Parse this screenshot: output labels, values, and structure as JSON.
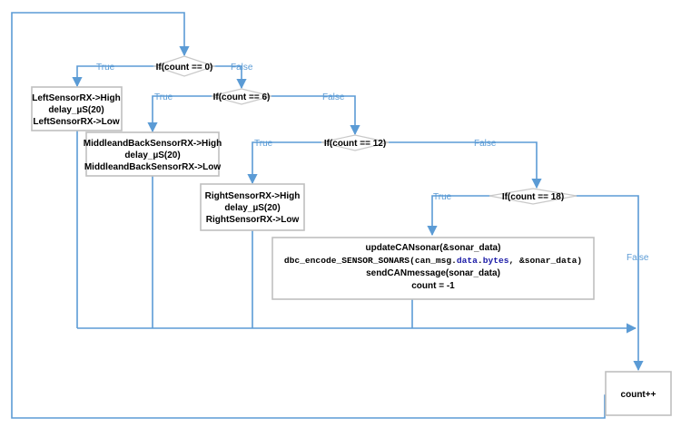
{
  "decisions": {
    "d1": "If(count == 0)",
    "d2": "If(count == 6)",
    "d3": "If(count == 12)",
    "d4": "If(count == 18)"
  },
  "edge_labels": {
    "true": "True",
    "false": "False"
  },
  "boxes": {
    "left": [
      "LeftSensorRX->High",
      "delay_µS(20)",
      "LeftSensorRX->Low"
    ],
    "middle": [
      "MiddleandBackSensorRX->High",
      "delay_µS(20)",
      "MiddleandBackSensorRX->Low"
    ],
    "right": [
      "RightSensorRX->High",
      "delay_µS(20)",
      "RightSensorRX->Low"
    ],
    "update": {
      "line1": "updateCANsonar(&sonar_data)",
      "line2_pre": "dbc_encode_SENSOR_SONARS(can_msg.",
      "line2_kw1": "data",
      "line2_dot": ".",
      "line2_kw2": "bytes",
      "line2_post": ", &sonar_data)",
      "line3": "sendCANmessage(sonar_data)",
      "line4": "count = -1"
    },
    "count": "count++"
  },
  "colors": {
    "edge": "#5b9bd5",
    "box_border": "#bfbfbf",
    "keyword": "#1a1aa6"
  }
}
